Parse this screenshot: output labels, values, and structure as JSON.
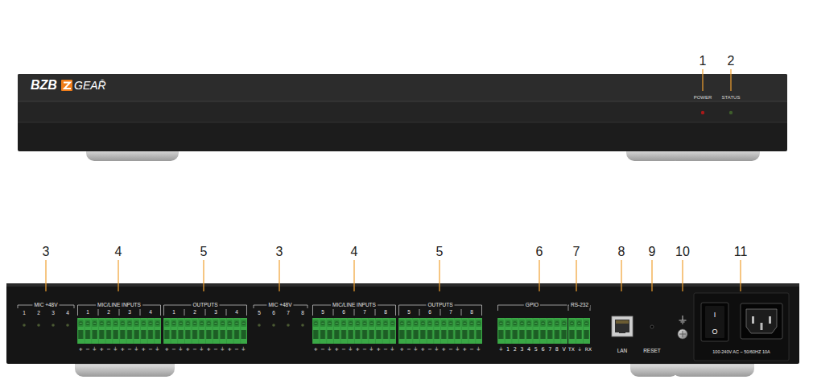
{
  "diagram": {
    "labels": [
      "1",
      "2",
      "BZB",
      "GEAR",
      "®",
      "POWER",
      "STATUS",
      "3",
      "4",
      "5",
      "3",
      "4",
      "5",
      "6",
      "7",
      "8",
      "9",
      "10",
      "11",
      "MIC +48V",
      "1",
      "2",
      "3",
      "4",
      "MIC/LINE INPUTS",
      "1",
      "2",
      "3",
      "4",
      "+",
      "−",
      "⏚",
      "+",
      "−",
      "⏚",
      "+",
      "−",
      "⏚",
      "+",
      "−",
      "⏚",
      "OUTPUTS",
      "1",
      "2",
      "3",
      "4",
      "+",
      "−",
      "⏚",
      "+",
      "−",
      "⏚",
      "+",
      "−",
      "⏚",
      "+",
      "−",
      "⏚",
      "MIC +48V",
      "5",
      "6",
      "7",
      "8",
      "MIC/LINE INPUTS",
      "5",
      "6",
      "7",
      "8",
      "+",
      "−",
      "⏚",
      "+",
      "−",
      "⏚",
      "+",
      "−",
      "⏚",
      "+",
      "−",
      "⏚",
      "OUTPUTS",
      "5",
      "6",
      "7",
      "8",
      "+",
      "−",
      "⏚",
      "+",
      "−",
      "⏚",
      "+",
      "−",
      "⏚",
      "+",
      "−",
      "⏚",
      "GPIO",
      "⏚",
      "1",
      "2",
      "3",
      "4",
      "5",
      "6",
      "7",
      "8",
      "V",
      "RS-232",
      "TX",
      "⏚",
      "RX",
      "LAN",
      "RESET",
      "I",
      "O",
      "100-240V AC ~ 50/60HZ 10A"
    ]
  }
}
